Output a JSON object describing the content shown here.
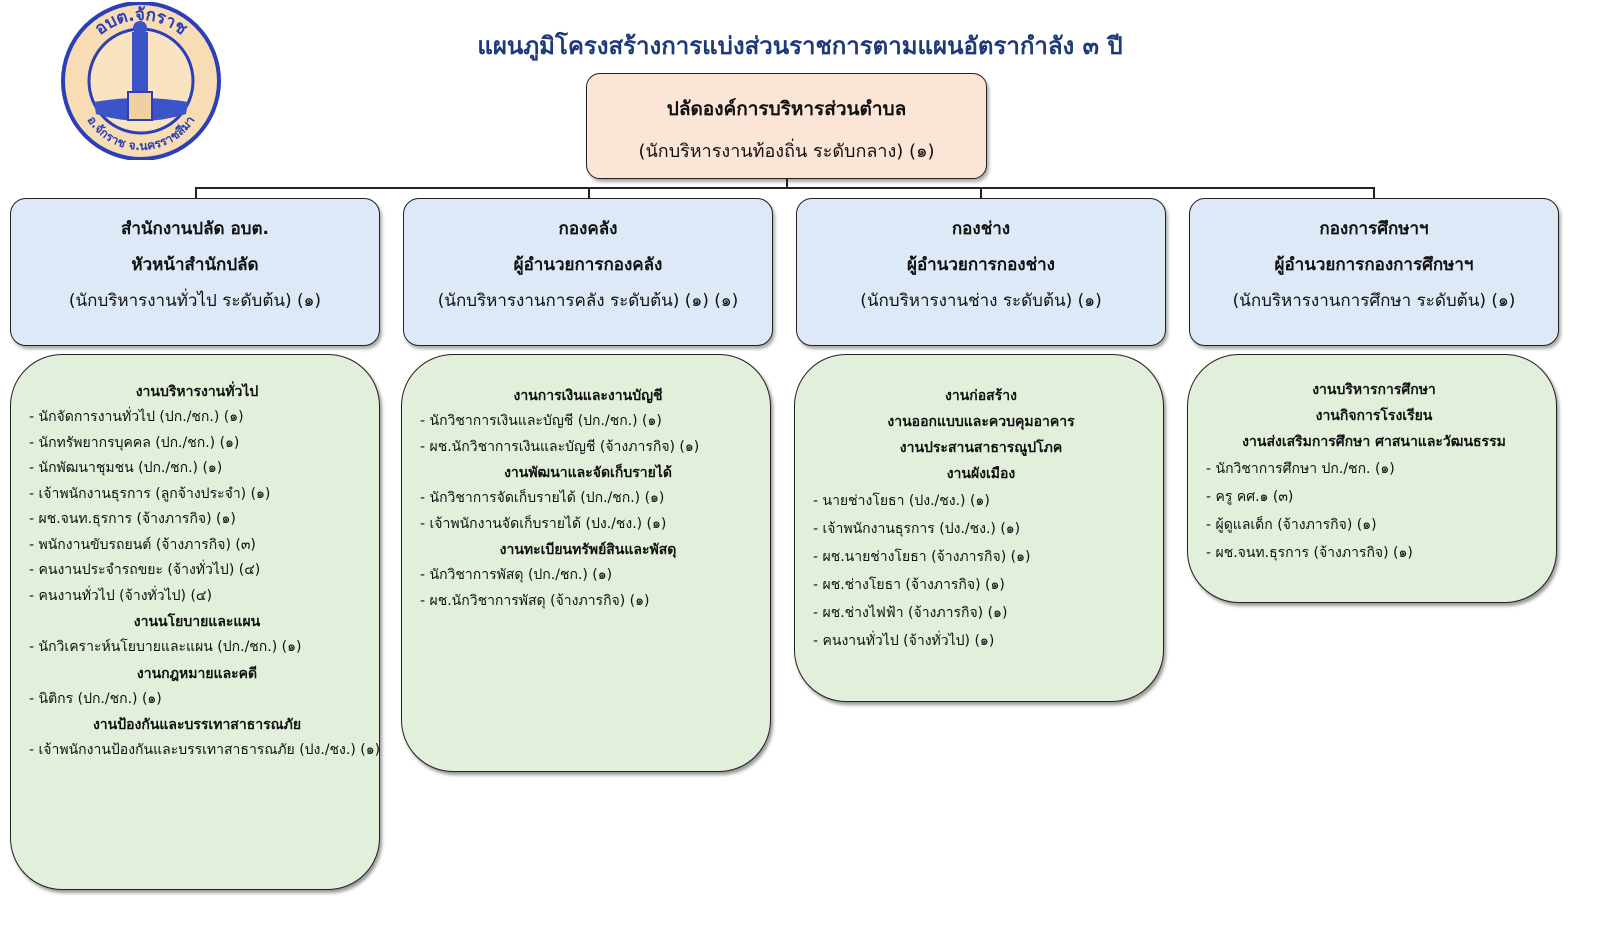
{
  "title": "แผนภูมิโครงสร้างการแบ่งส่วนราชการตามแผนอัตรากำลัง ๓ ปี",
  "logo": {
    "top_text": "อบต.จักราช",
    "bottom_text": "อ.จักราช จ.นครราชสีมา"
  },
  "head": {
    "title": "ปลัดองค์การบริหารส่วนตำบล",
    "subtitle": "(นักบริหารงานท้องถิ่น ระดับกลาง) (๑)"
  },
  "departments": [
    {
      "name": "สำนักงานปลัด อบต.",
      "head": "หัวหน้าสำนักปลัด",
      "position": "(นักบริหารงานทั่วไป ระดับต้น) (๑)"
    },
    {
      "name": "กองคลัง",
      "head": "ผู้อำนวยการกองคลัง",
      "position": "(นักบริหารงานการคลัง ระดับต้น) (๑) (๑)"
    },
    {
      "name": "กองช่าง",
      "head": "ผู้อำนวยการกองช่าง",
      "position": "(นักบริหารงานช่าง ระดับต้น) (๑)"
    },
    {
      "name": "กองการศึกษาฯ",
      "head": "ผู้อำนวยการกองการศึกษาฯ",
      "position": "(นักบริหารงานการศึกษา ระดับต้น) (๑)"
    }
  ],
  "sections": [
    {
      "lines": [
        {
          "type": "hd",
          "text": "งานบริหารงานทั่วไป"
        },
        {
          "type": "it",
          "text": "-  นักจัดการงานทั่วไป (ปก./ชก.) (๑)"
        },
        {
          "type": "it",
          "text": "-  นักทรัพยากรบุคคล (ปก./ชก.) (๑)"
        },
        {
          "type": "it",
          "text": "-  นักพัฒนาชุมชน (ปก./ชก.) (๑)"
        },
        {
          "type": "it",
          "text": "-  เจ้าพนักงานธุรการ (ลูกจ้างประจำ) (๑)"
        },
        {
          "type": "it",
          "text": "-  ผช.จนท.ธุรการ (จ้างภารกิจ) (๑)"
        },
        {
          "type": "it",
          "text": "-  พนักงานขับรถยนต์ (จ้างภารกิจ) (๓)"
        },
        {
          "type": "it",
          "text": "-  คนงานประจำรถขยะ (จ้างทั่วไป) (๔)"
        },
        {
          "type": "it",
          "text": "-  คนงานทั่วไป (จ้างทั่วไป) (๔)"
        },
        {
          "type": "hd",
          "text": "งานนโยบายและแผน"
        },
        {
          "type": "it",
          "text": "-  นักวิเคราะห์นโยบายและแผน (ปก./ชก.) (๑)"
        },
        {
          "type": "hd",
          "text": "งานกฎหมายและคดี"
        },
        {
          "type": "it",
          "text": "-  นิติกร (ปก./ชก.) (๑)"
        },
        {
          "type": "hd",
          "text": "งานป้องกันและบรรเทาสาธารณภัย"
        },
        {
          "type": "it",
          "text": "-  เจ้าพนักงานป้องกันและบรรเทาสาธารณภัย (ปง./ชง.) (๑)"
        }
      ]
    },
    {
      "lines": [
        {
          "type": "hd",
          "text": "งานการเงินและงานบัญชี"
        },
        {
          "type": "it",
          "text": "-  นักวิชาการเงินและบัญชี (ปก./ชก.) (๑)"
        },
        {
          "type": "it",
          "text": "-  ผช.นักวิชาการเงินและบัญชี (จ้างภารกิจ) (๑)"
        },
        {
          "type": "hd",
          "text": "งานพัฒนาและจัดเก็บรายได้"
        },
        {
          "type": "it",
          "text": "-  นักวิชาการจัดเก็บรายได้ (ปก./ชก.) (๑)"
        },
        {
          "type": "it",
          "text": "-  เจ้าพนักงานจัดเก็บรายได้ (ปง./ชง.) (๑)"
        },
        {
          "type": "hd",
          "text": "งานทะเบียนทรัพย์สินและพัสดุ"
        },
        {
          "type": "it",
          "text": "-  นักวิชาการพัสดุ (ปก./ชก.) (๑)"
        },
        {
          "type": "it",
          "text": "-  ผช.นักวิชาการพัสดุ (จ้างภารกิจ) (๑)"
        }
      ]
    },
    {
      "lines": [
        {
          "type": "hd",
          "text": "งานก่อสร้าง"
        },
        {
          "type": "hd",
          "text": "งานออกแบบและควบคุมอาคาร"
        },
        {
          "type": "hd",
          "text": "งานประสานสาธารณูปโภค"
        },
        {
          "type": "hd",
          "text": "งานผังเมือง"
        },
        {
          "type": "it",
          "text": "-  นายช่างโยธา (ปง./ชง.) (๑)"
        },
        {
          "type": "it",
          "text": "-  เจ้าพนักงานธุรการ (ปง./ชง.) (๑)"
        },
        {
          "type": "it",
          "text": "-  ผช.นายช่างโยธา (จ้างภารกิจ) (๑)"
        },
        {
          "type": "it",
          "text": "-  ผช.ช่างโยธา (จ้างภารกิจ) (๑)"
        },
        {
          "type": "it",
          "text": "-  ผช.ช่างไฟฟ้า (จ้างภารกิจ) (๑)"
        },
        {
          "type": "it",
          "text": "-  คนงานทั่วไป (จ้างทั่วไป) (๑)"
        }
      ]
    },
    {
      "lines": [
        {
          "type": "hd",
          "text": "งานบริหารการศึกษา"
        },
        {
          "type": "hd",
          "text": "งานกิจการโรงเรียน"
        },
        {
          "type": "hd",
          "text": "งานส่งเสริมการศึกษา ศาสนาและวัฒนธรรม"
        },
        {
          "type": "it",
          "text": "-  นักวิชาการศึกษา ปก./ชก. (๑)"
        },
        {
          "type": "it",
          "text": "-  ครู คศ.๑ (๓)"
        },
        {
          "type": "it",
          "text": "-  ผู้ดูแลเด็ก (จ้างภารกิจ) (๑)"
        },
        {
          "type": "it",
          "text": "-  ผช.จนท.ธุรการ (จ้างภารกิจ) (๑)"
        }
      ]
    }
  ]
}
